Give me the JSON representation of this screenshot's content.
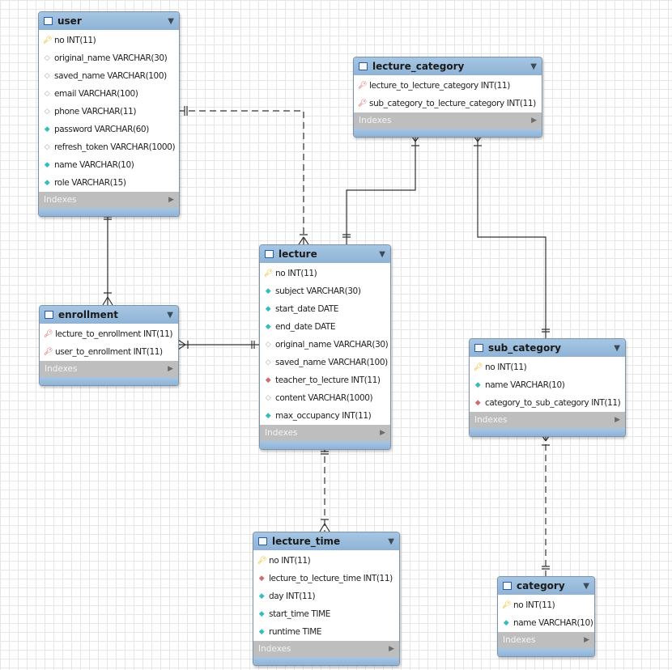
{
  "tables": {
    "user": {
      "name": "user",
      "columns": [
        {
          "icon": "key-icon",
          "label": "no INT(11)"
        },
        {
          "icon": "nullable-diamond-icon",
          "label": "original_name VARCHAR(30)"
        },
        {
          "icon": "nullable-diamond-icon",
          "label": "saved_name VARCHAR(100)"
        },
        {
          "icon": "nullable-diamond-icon",
          "label": "email VARCHAR(100)"
        },
        {
          "icon": "nullable-diamond-icon",
          "label": "phone VARCHAR(11)"
        },
        {
          "icon": "not-null-diamond-icon",
          "label": "password VARCHAR(60)"
        },
        {
          "icon": "nullable-diamond-icon",
          "label": "refresh_token VARCHAR(1000)"
        },
        {
          "icon": "not-null-diamond-icon",
          "label": "name VARCHAR(10)"
        },
        {
          "icon": "not-null-diamond-icon",
          "label": "role VARCHAR(15)"
        }
      ],
      "indexes_label": "Indexes"
    },
    "enrollment": {
      "name": "enrollment",
      "columns": [
        {
          "icon": "foreign-key-primary-icon",
          "label": "lecture_to_enrollment INT(11)"
        },
        {
          "icon": "foreign-key-primary-icon",
          "label": "user_to_enrollment INT(11)"
        }
      ],
      "indexes_label": "Indexes"
    },
    "lecture_category": {
      "name": "lecture_category",
      "columns": [
        {
          "icon": "foreign-key-primary-icon",
          "label": "lecture_to_lecture_category INT(11)"
        },
        {
          "icon": "foreign-key-primary-icon",
          "label": "sub_category_to_lecture_category INT(11)"
        }
      ],
      "indexes_label": "Indexes"
    },
    "lecture": {
      "name": "lecture",
      "columns": [
        {
          "icon": "key-icon",
          "label": "no INT(11)"
        },
        {
          "icon": "not-null-diamond-icon",
          "label": "subject VARCHAR(30)"
        },
        {
          "icon": "not-null-diamond-icon",
          "label": "start_date DATE"
        },
        {
          "icon": "not-null-diamond-icon",
          "label": "end_date DATE"
        },
        {
          "icon": "nullable-diamond-icon",
          "label": "original_name VARCHAR(30)"
        },
        {
          "icon": "nullable-diamond-icon",
          "label": "saved_name VARCHAR(100)"
        },
        {
          "icon": "foreign-key-diamond-icon",
          "label": "teacher_to_lecture INT(11)"
        },
        {
          "icon": "nullable-diamond-icon",
          "label": "content VARCHAR(1000)"
        },
        {
          "icon": "not-null-diamond-icon",
          "label": "max_occupancy INT(11)"
        }
      ],
      "indexes_label": "Indexes"
    },
    "sub_category": {
      "name": "sub_category",
      "columns": [
        {
          "icon": "key-icon",
          "label": "no INT(11)"
        },
        {
          "icon": "not-null-diamond-icon",
          "label": "name VARCHAR(10)"
        },
        {
          "icon": "foreign-key-diamond-icon",
          "label": "category_to_sub_category INT(11)"
        }
      ],
      "indexes_label": "Indexes"
    },
    "lecture_time": {
      "name": "lecture_time",
      "columns": [
        {
          "icon": "key-icon",
          "label": "no INT(11)"
        },
        {
          "icon": "foreign-key-diamond-icon",
          "label": "lecture_to_lecture_time INT(11)"
        },
        {
          "icon": "not-null-diamond-icon",
          "label": "day INT(11)"
        },
        {
          "icon": "not-null-diamond-icon",
          "label": "start_time TIME"
        },
        {
          "icon": "not-null-diamond-icon",
          "label": "runtime TIME"
        }
      ],
      "indexes_label": "Indexes"
    },
    "category": {
      "name": "category",
      "columns": [
        {
          "icon": "key-icon",
          "label": "no INT(11)"
        },
        {
          "icon": "not-null-diamond-icon",
          "label": "name VARCHAR(10)"
        }
      ],
      "indexes_label": "Indexes"
    }
  }
}
